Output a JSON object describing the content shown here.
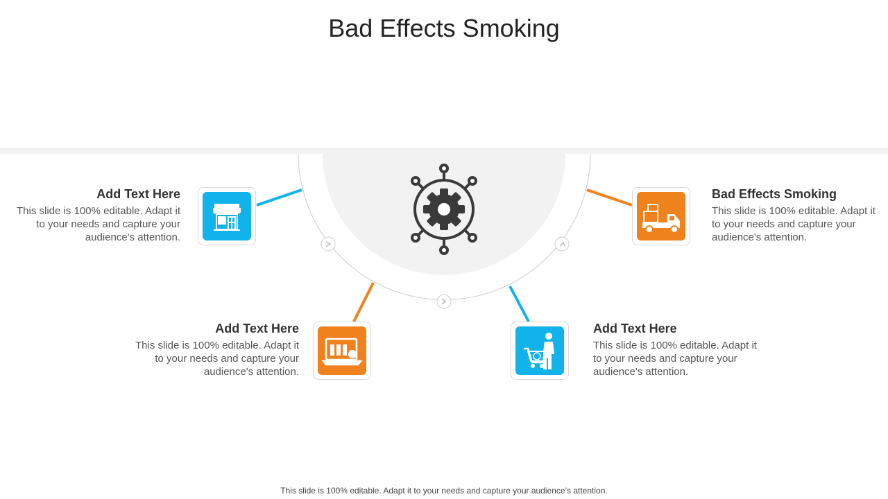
{
  "slide": {
    "title": "Bad Effects Smoking",
    "footer": "This slide is 100% editable. Adapt it to your needs and capture your audience’s attention."
  },
  "items": [
    {
      "heading": "Add Text Here",
      "body": "This slide is 100% editable. Adapt it to your needs and capture your audience's attention.",
      "icon": "store-icon",
      "color": "#12b3ea"
    },
    {
      "heading": "Add Text Here",
      "body": "This slide is 100% editable. Adapt it to your needs and capture your audience's attention.",
      "icon": "laptop-icon",
      "color": "#f0821e"
    },
    {
      "heading": "Add Text Here",
      "body": "This slide is 100% editable. Adapt it to your needs and capture your audience's attention.",
      "icon": "shopping-cart-person-icon",
      "color": "#12b3ea"
    },
    {
      "heading": "Bad Effects Smoking",
      "body": "This slide is 100% editable. Adapt it to your needs and capture your audience's attention.",
      "icon": "delivery-truck-icon",
      "color": "#f0821e"
    }
  ],
  "center": {
    "icon": "gear-network-icon"
  },
  "colors": {
    "blue": "#12b3ea",
    "orange": "#f0821e",
    "hub_fill": "#f2f2f2",
    "ring": "#cccccc",
    "icon_dark": "#3a3a3a"
  }
}
